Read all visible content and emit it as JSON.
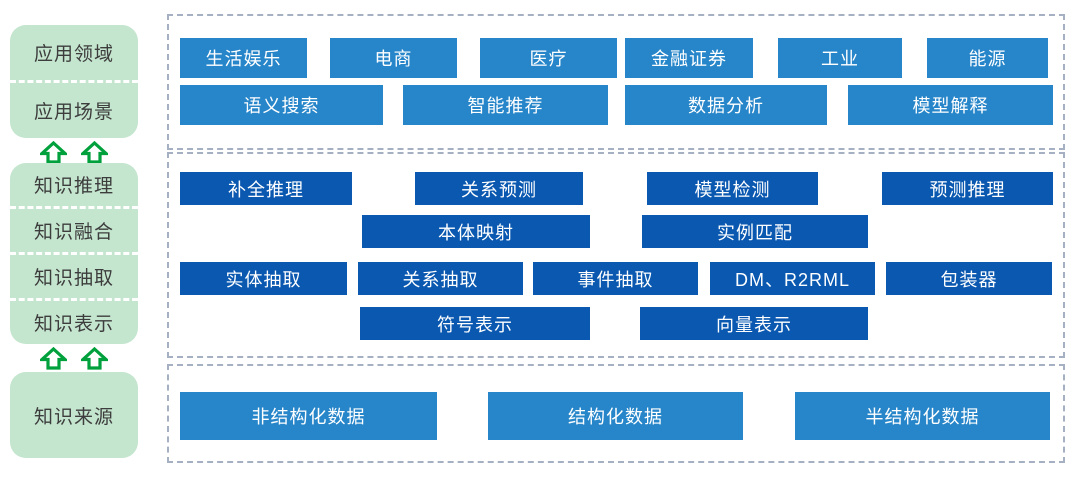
{
  "sidebar": {
    "groups": [
      {
        "items": [
          "应用领域",
          "应用场景"
        ]
      },
      {
        "items": [
          "知识推理",
          "知识融合",
          "知识抽取",
          "知识表示"
        ]
      },
      {
        "items": [
          "知识来源"
        ]
      }
    ]
  },
  "layers": {
    "application": {
      "domains": [
        "生活娱乐",
        "电商",
        "医疗",
        "金融证券",
        "工业",
        "能源"
      ],
      "scenarios": [
        "语义搜索",
        "智能推荐",
        "数据分析",
        "模型解释"
      ]
    },
    "technology": {
      "reasoning": [
        "补全推理",
        "关系预测",
        "模型检测",
        "预测推理"
      ],
      "fusion": [
        "本体映射",
        "实例匹配"
      ],
      "extraction": [
        "实体抽取",
        "关系抽取",
        "事件抽取",
        "DM、R2RML",
        "包装器"
      ],
      "representation": [
        "符号表示",
        "向量表示"
      ]
    },
    "sources": {
      "types": [
        "非结构化数据",
        "结构化数据",
        "半结构化数据"
      ]
    }
  },
  "colors": {
    "light_blue": "#2786c9",
    "dark_blue": "#0a58b0",
    "green": "#c4e5ce",
    "arrow_green": "#00a13c",
    "dashed_border": "#a6b0c3",
    "side_text": "#3d3d3d"
  }
}
